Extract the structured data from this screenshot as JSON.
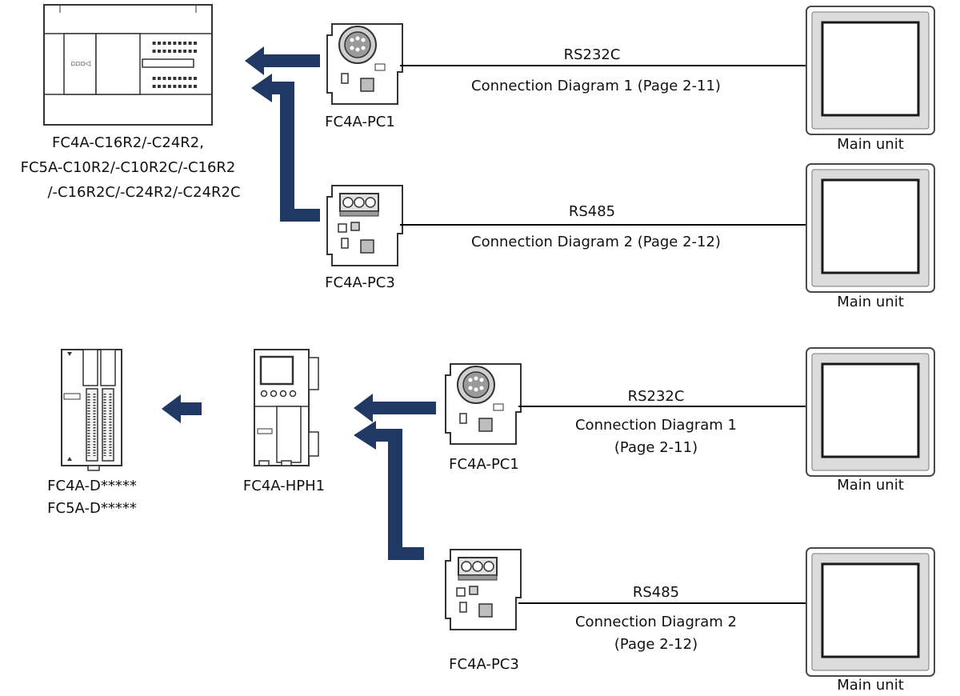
{
  "colors": {
    "arrow": "#1f3864",
    "line": "#000000",
    "panel_frame": "#4a4a4a",
    "panel_bezel": "#d9d9d9",
    "device_outline": "#333333"
  },
  "icons": [
    "plc-compact-unit",
    "plc-slim-unit",
    "hph-module",
    "rs232c-adapter",
    "rs485-adapter",
    "touch-panel"
  ],
  "section1": {
    "plc_label_1": "FC4A-C16R2/-C24R2,",
    "plc_label_2": "FC5A-C10R2/-C10R2C/-C16R2",
    "plc_label_3": "/-C16R2C/-C24R2/-C24R2C",
    "adapter_pc1": "FC4A-PC1",
    "adapter_pc3": "FC4A-PC3",
    "rs232c": "RS232C",
    "rs485": "RS485",
    "diagram1": "Connection Diagram 1 (Page 2-11)",
    "diagram2": "Connection Diagram 2 (Page 2-12)",
    "main_unit_1": "Main unit",
    "main_unit_2": "Main unit"
  },
  "section2": {
    "slim_label_1": "FC4A-D*****",
    "slim_label_2": "FC5A-D*****",
    "hph_label": "FC4A-HPH1",
    "adapter_pc1": "FC4A-PC1",
    "adapter_pc3": "FC4A-PC3",
    "rs232c": "RS232C",
    "rs485": "RS485",
    "diagram1_line1": "Connection Diagram 1",
    "diagram1_line2": "(Page 2-11)",
    "diagram2_line1": "Connection Diagram 2",
    "diagram2_line2": "(Page 2-12)",
    "main_unit_1": "Main unit",
    "main_unit_2": "Main unit"
  }
}
